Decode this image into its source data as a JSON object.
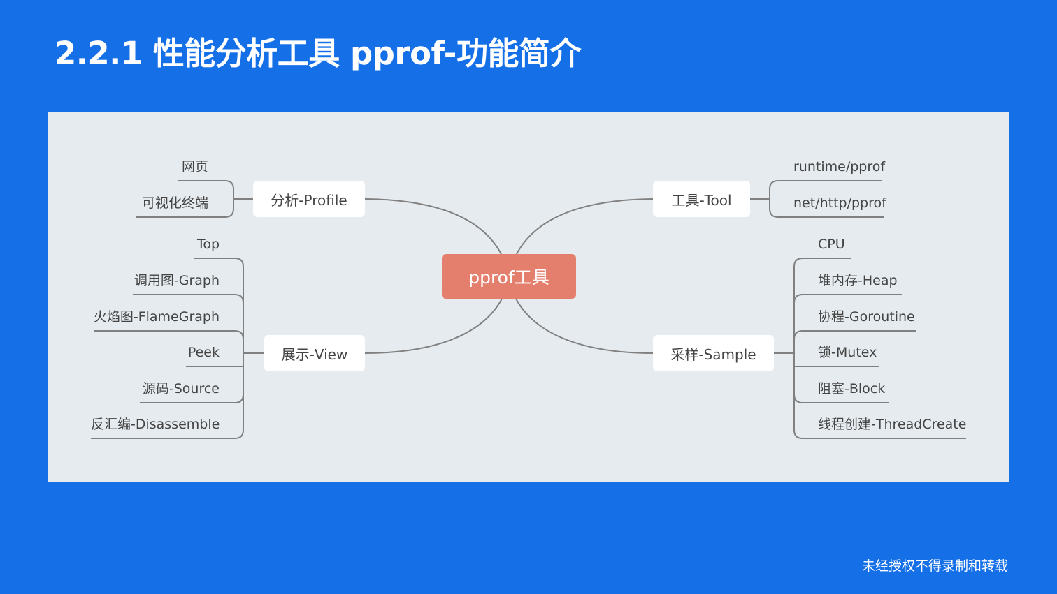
{
  "slide": {
    "title": "2.2.1 性能分析工具 pprof-功能简介",
    "footer": "未经授权不得录制和转载"
  },
  "mindmap": {
    "root": "pprof工具",
    "branches": {
      "profile": {
        "label": "分析-Profile",
        "children": [
          "网页",
          "可视化终端"
        ]
      },
      "view": {
        "label": "展示-View",
        "children": [
          "Top",
          "调用图-Graph",
          "火焰图-FlameGraph",
          "Peek",
          "源码-Source",
          "反汇编-Disassemble"
        ]
      },
      "tool": {
        "label": "工具-Tool",
        "children": [
          "runtime/pprof",
          "net/http/pprof"
        ]
      },
      "sample": {
        "label": "采样-Sample",
        "children": [
          "CPU",
          "堆内存-Heap",
          "协程-Goroutine",
          "锁-Mutex",
          "阻塞-Block",
          "线程创建-ThreadCreate"
        ]
      }
    }
  },
  "colors": {
    "background": "#1570e8",
    "panel": "#e6ebef",
    "root": "#e57f6d",
    "line": "#808080"
  }
}
